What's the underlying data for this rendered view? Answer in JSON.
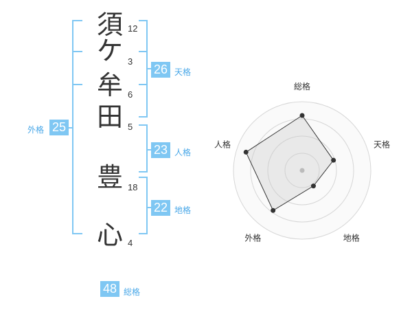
{
  "name_chars": [
    {
      "char": "須",
      "strokes": "12"
    },
    {
      "char": "ケ",
      "strokes": "3"
    },
    {
      "char": "牟",
      "strokes": "6"
    },
    {
      "char": "田",
      "strokes": "5"
    },
    {
      "char": "豊",
      "strokes": "18"
    },
    {
      "char": "心",
      "strokes": "4"
    }
  ],
  "fortune": {
    "tenkaku": {
      "value": "26",
      "label": "天格"
    },
    "jinkaku": {
      "value": "23",
      "label": "人格"
    },
    "chikaku": {
      "value": "22",
      "label": "地格"
    },
    "gaikaku": {
      "value": "25",
      "label": "外格"
    },
    "soukaku": {
      "value": "48",
      "label": "総格"
    }
  },
  "colors": {
    "accent": "#7fc7f3",
    "bracket": "#7fc7f3",
    "label": "#4aa8e8"
  },
  "chart_data": {
    "type": "radar",
    "axes": [
      "総格",
      "天格",
      "地格",
      "外格",
      "人格"
    ],
    "values": [
      0.8,
      0.48,
      0.28,
      0.72,
      0.86
    ],
    "rings": 4,
    "scale_max": 1
  }
}
